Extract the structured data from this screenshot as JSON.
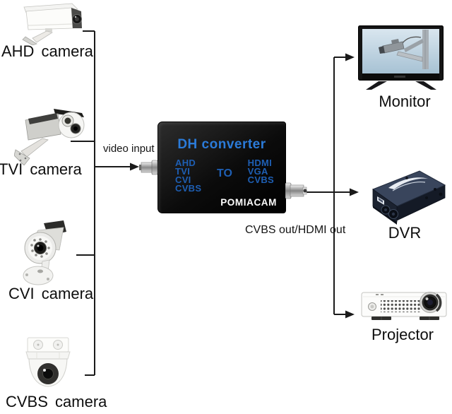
{
  "inputs": [
    {
      "label": "AHD camera"
    },
    {
      "label": "TVI camera"
    },
    {
      "label": "CVI camera"
    },
    {
      "label": "CVBS camera"
    }
  ],
  "outputs": [
    {
      "label": "Monitor"
    },
    {
      "label": "DVR"
    },
    {
      "label": "Projector"
    }
  ],
  "converter": {
    "title": "DH converter",
    "input_formats": [
      "AHD",
      "TVI",
      "CVI",
      "CVBS"
    ],
    "to_label": "TO",
    "output_formats": [
      "HDMI",
      "VGA",
      "CVBS"
    ],
    "brand": "POMIACAM"
  },
  "annotations": {
    "video_input": "video input",
    "output_line": "CVBS out/HDMI out"
  },
  "colors": {
    "background": "#ffffff",
    "line": "#1a1a1a",
    "label_text": "#0e0e0e",
    "converter_body": "#101010",
    "converter_title": "#2b7bd9",
    "converter_formats": "#1e5fb4",
    "brand_text": "#ffffff"
  }
}
